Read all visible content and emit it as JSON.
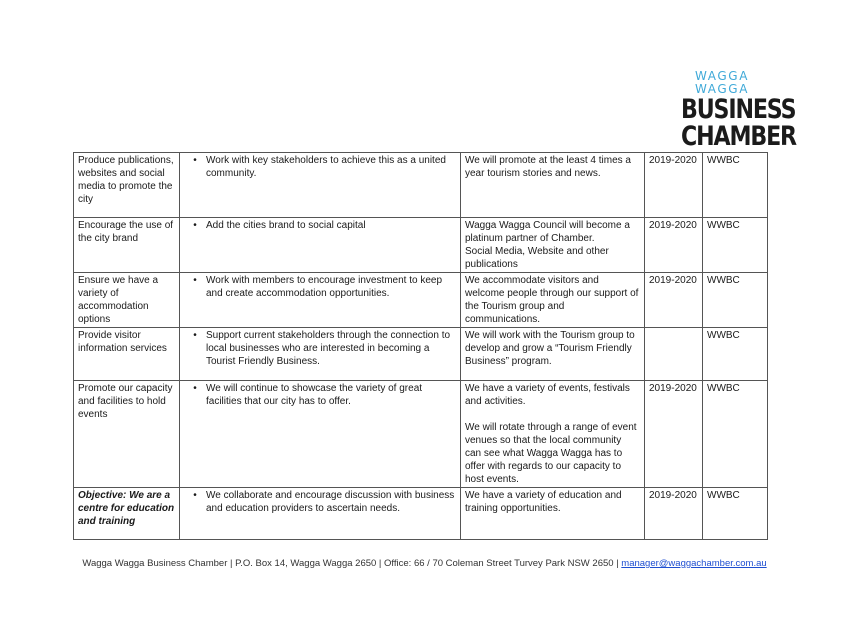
{
  "logo": {
    "line1": "WAGGA WAGGA",
    "line2": "BUSINESS",
    "line3": "CHAMBER"
  },
  "rows": [
    {
      "objective": "Produce publications, websites and social media to promote the city",
      "action": "Work with key stakeholders to achieve this as a united community.",
      "outcome": [
        "We will promote at the least 4 times a year tourism stories and news."
      ],
      "timeframe": "2019-2020",
      "responsible": "WWBC"
    },
    {
      "objective": "Encourage the use of the city brand",
      "action": "Add the cities brand to social capital",
      "outcome": [
        "Wagga Wagga Council will become a platinum partner of Chamber.\nSocial Media, Website and other publications"
      ],
      "timeframe": "2019-2020",
      "responsible": "WWBC"
    },
    {
      "objective": "Ensure we have a variety of accommodation options",
      "action": "Work with members to encourage investment to keep and create accommodation opportunities.",
      "outcome": [
        "We accommodate visitors and welcome people through our support of the Tourism group and communications."
      ],
      "timeframe": "2019-2020",
      "responsible": "WWBC"
    },
    {
      "objective": "Provide visitor information services",
      "action": "Support current stakeholders through the connection to local businesses who are interested in becoming a Tourist Friendly Business.",
      "outcome": [
        "We will work with the Tourism group to develop and grow a “Tourism Friendly Business” program."
      ],
      "timeframe": "",
      "responsible": "WWBC"
    },
    {
      "objective": "Promote our capacity and facilities to hold events",
      "action": "We will continue to showcase the variety of great facilities that our city has to offer.",
      "outcome": [
        "We have a variety of events, festivals and activities.",
        "We will rotate through a range of event venues so that the local community can see what Wagga Wagga has to offer with regards to our capacity to host events."
      ],
      "timeframe": "2019-2020",
      "responsible": "WWBC"
    },
    {
      "objective": "Objective: We are a centre for education and training",
      "action": "We collaborate and encourage discussion with business and education providers to ascertain needs.",
      "outcome": [
        "We have a variety of education and training opportunities."
      ],
      "timeframe": "2019-2020",
      "responsible": "WWBC"
    }
  ],
  "bullet_char": "•",
  "footer": {
    "text": "Wagga Wagga Business Chamber | P.O. Box 14, Wagga Wagga 2650 | Office: 66 / 70 Coleman Street Turvey Park NSW 2650 | ",
    "email": "manager@waggachamber.com.au"
  }
}
